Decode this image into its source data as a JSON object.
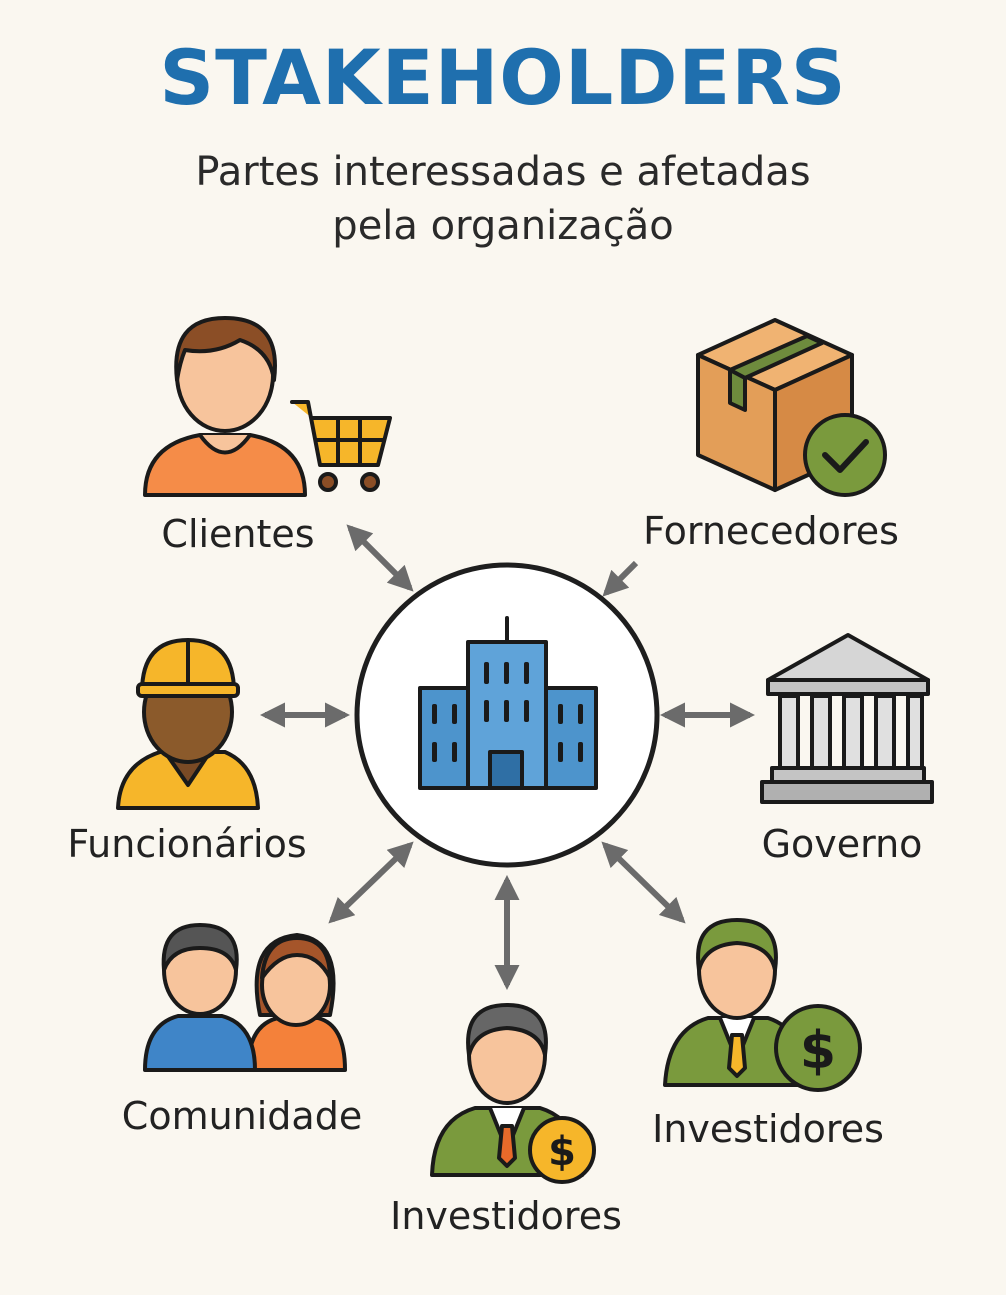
{
  "header": {
    "title": "STAKEHOLDERS",
    "subtitle_line1": "Partes interessadas e afetadas",
    "subtitle_line2": "pela organização"
  },
  "stakeholders": [
    {
      "label": "Clientes",
      "icon": "customer-with-cart-icon"
    },
    {
      "label": "Fornecedores",
      "icon": "package-box-check-icon"
    },
    {
      "label": "Funcionários",
      "icon": "worker-hard-hat-icon"
    },
    {
      "label": "Governo",
      "icon": "government-building-icon"
    },
    {
      "label": "Comunidade",
      "icon": "community-people-icon"
    },
    {
      "label": "Investidores",
      "icon": "investor-dollar-icon"
    },
    {
      "label": "Investidores",
      "icon": "investor-dollar-icon"
    }
  ],
  "center": {
    "icon": "office-building-icon"
  },
  "colors": {
    "title": "#1f6fae",
    "arrow": "#6b6b6b",
    "background": "#faf7f0"
  }
}
